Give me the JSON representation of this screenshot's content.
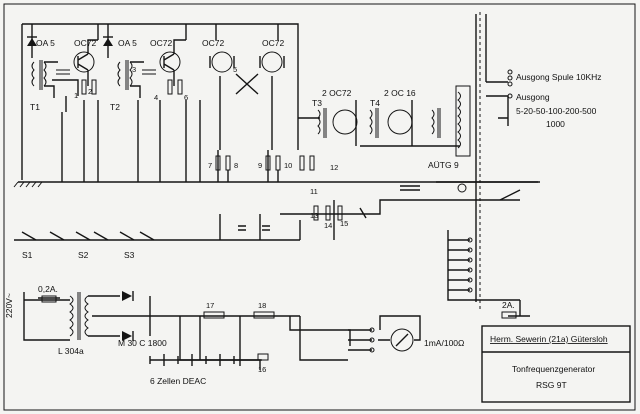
{
  "diagram": {
    "title_box": {
      "maker": "Herm. Sewerin (21a) Gütersloh",
      "name": "Tonfrequenzgenerator",
      "model": "RSG 9T"
    },
    "outputs": {
      "spule": "Ausgong Spule 10KHz",
      "ausgang": "Ausgong",
      "levels": "5-20-50-100-200-500",
      "level_top": "1000"
    },
    "transformer_auto": "AÜTG 9",
    "mains": "220V~",
    "fuse_main": "0,2A.",
    "fuse_out": "2A.",
    "rectifier": "M 30 C 1800",
    "mains_transformer": "L 304a",
    "battery": "6 Zellen DEAC",
    "meter": "1mA/100Ω",
    "components": {
      "oa5_1": "OA 5",
      "oa5_2": "OA 5",
      "oc72_1": "OC72",
      "oc72_2": "OC72",
      "oc72_3": "OC72",
      "oc72_4": "OC72",
      "t1": "T1",
      "t2": "T2",
      "t3": "T3",
      "t4": "T4",
      "stage3": "2 OC72",
      "stage4": "2 OC 16",
      "s1": "S1",
      "s2": "S2",
      "s3": "S3",
      "n1": "1",
      "n2": "2",
      "n3": "3",
      "n4": "4",
      "n5": "5",
      "n6": "6",
      "n7": "7",
      "n8": "8",
      "n9": "9",
      "n10": "10",
      "n11": "11",
      "n12": "12",
      "n13": "13",
      "n14": "14",
      "n15": "15",
      "n16": "16",
      "n17": "17",
      "n18": "18"
    }
  }
}
